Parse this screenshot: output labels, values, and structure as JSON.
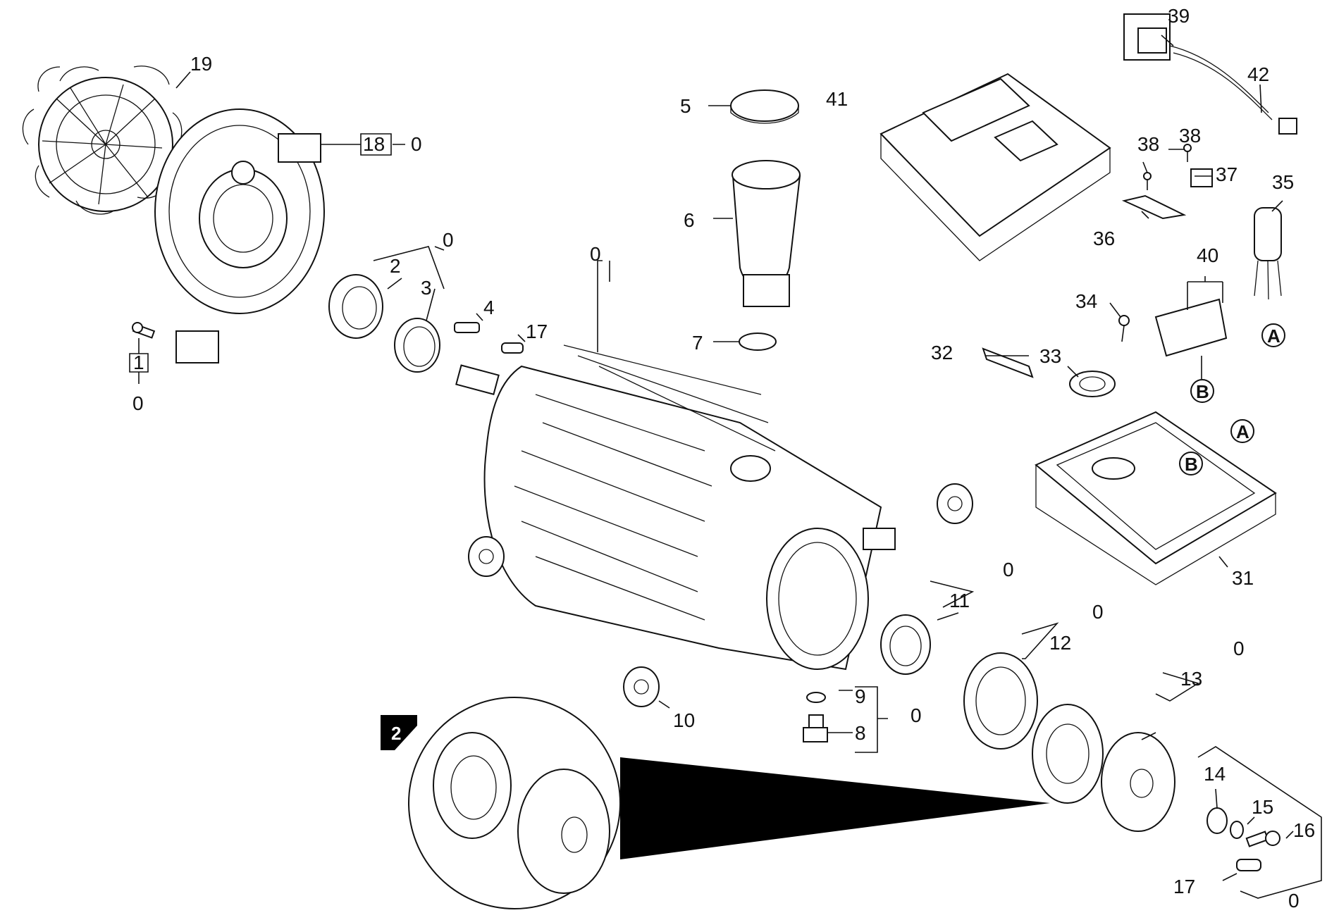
{
  "labels": {
    "l19": "19",
    "l18": "18",
    "l18_0": "0",
    "l1": "1",
    "l1_0": "0",
    "l0_bearing": "0",
    "l2": "2",
    "l3": "3",
    "l4": "4",
    "l17a": "17",
    "l0_motor": "0",
    "l5": "5",
    "l41": "41",
    "l6": "6",
    "l7": "7",
    "l39": "39",
    "l42": "42",
    "l38a": "38",
    "l38b": "38",
    "l37": "37",
    "l35": "35",
    "l36": "36",
    "l40": "40",
    "l34": "34",
    "l32": "32",
    "l33": "33",
    "l31": "31",
    "l0_11": "0",
    "l11": "11",
    "l0_12": "0",
    "l12": "12",
    "l0_13": "0",
    "l13": "13",
    "l9": "9",
    "l8": "8",
    "l0_89": "0",
    "l10": "10",
    "l14": "14",
    "l15": "15",
    "l16": "16",
    "l17b": "17",
    "l0_bottom": "0",
    "badge": "2",
    "letterA1": "A",
    "letterB1": "B",
    "letterA2": "A",
    "letterB2": "B"
  }
}
